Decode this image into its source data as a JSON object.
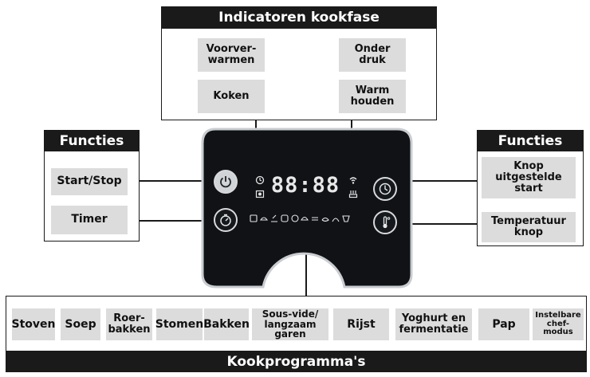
{
  "phase_indicators": {
    "title": "Indicatoren kookfase",
    "items": [
      "Voorver-\nwarmen",
      "Onder\ndruk",
      "Koken",
      "Warm\nhouden"
    ]
  },
  "functions_left": {
    "title": "Functies",
    "items": [
      "Start/Stop",
      "Timer"
    ]
  },
  "functions_right": {
    "title": "Functies",
    "items": [
      "Knop\nuitgestelde\nstart",
      "Temperatuur\nknop"
    ]
  },
  "display": {
    "digits": "88:88"
  },
  "programs": {
    "title": "Kookprogramma's",
    "items": [
      "Stoven",
      "Soep",
      "Roer-\nbakken",
      "Stomen",
      "Bakken",
      "Sous-vide/\nlangzaam garen",
      "Rijst",
      "Yoghurt en\nfermentatie",
      "Pap",
      "Instelbare\nchef-modus"
    ]
  },
  "colors": {
    "header_bg": "#1a1a1a",
    "label_bg": "#dcdcdc",
    "panel_bg": "#101216",
    "panel_border": "#c9ccd0"
  },
  "icons": [
    "power-icon",
    "timer-icon",
    "delay-start-icon",
    "thermometer-icon",
    "lock-icon",
    "steam-icon",
    "warm-icon",
    "program-icons"
  ]
}
